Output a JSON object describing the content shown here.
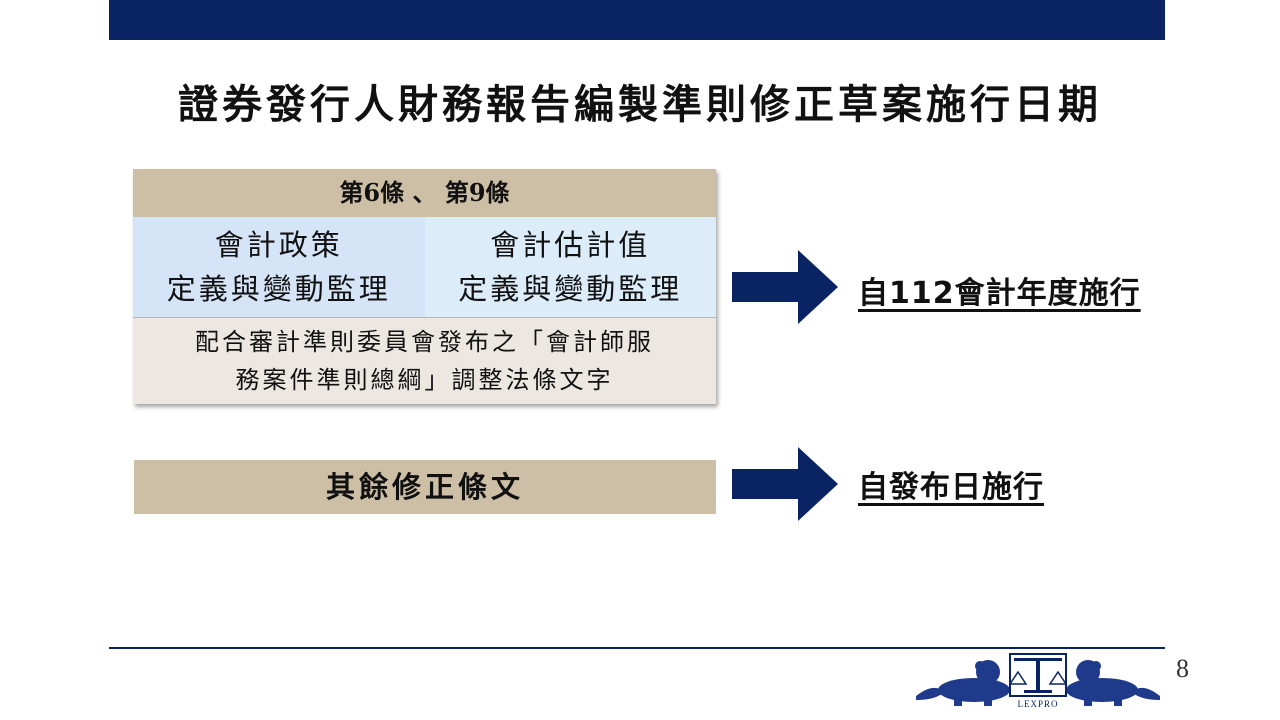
{
  "title": "證券發行人財務報告編製準則修正草案施行日期",
  "panel": {
    "header": "第6條 、 第9條",
    "left_line1": "會計政策",
    "left_line2": "定義與變動監理",
    "right_line1": "會計估計值",
    "right_line2": "定義與變動監理",
    "bottom_line1": "配合審計準則委員會發布之「會計師服",
    "bottom_line2": "務案件準則總綱」調整法條文字"
  },
  "rest_label": "其餘修正條文",
  "result1": "自112會計年度施行",
  "result2": "自發布日施行",
  "page_number": "8",
  "logo_text": "LEXPRO",
  "colors": {
    "navy": "#0a2463",
    "tan": "#cdbfa6",
    "light_blue": "#d6e4f8",
    "beige": "#ece7e1"
  }
}
